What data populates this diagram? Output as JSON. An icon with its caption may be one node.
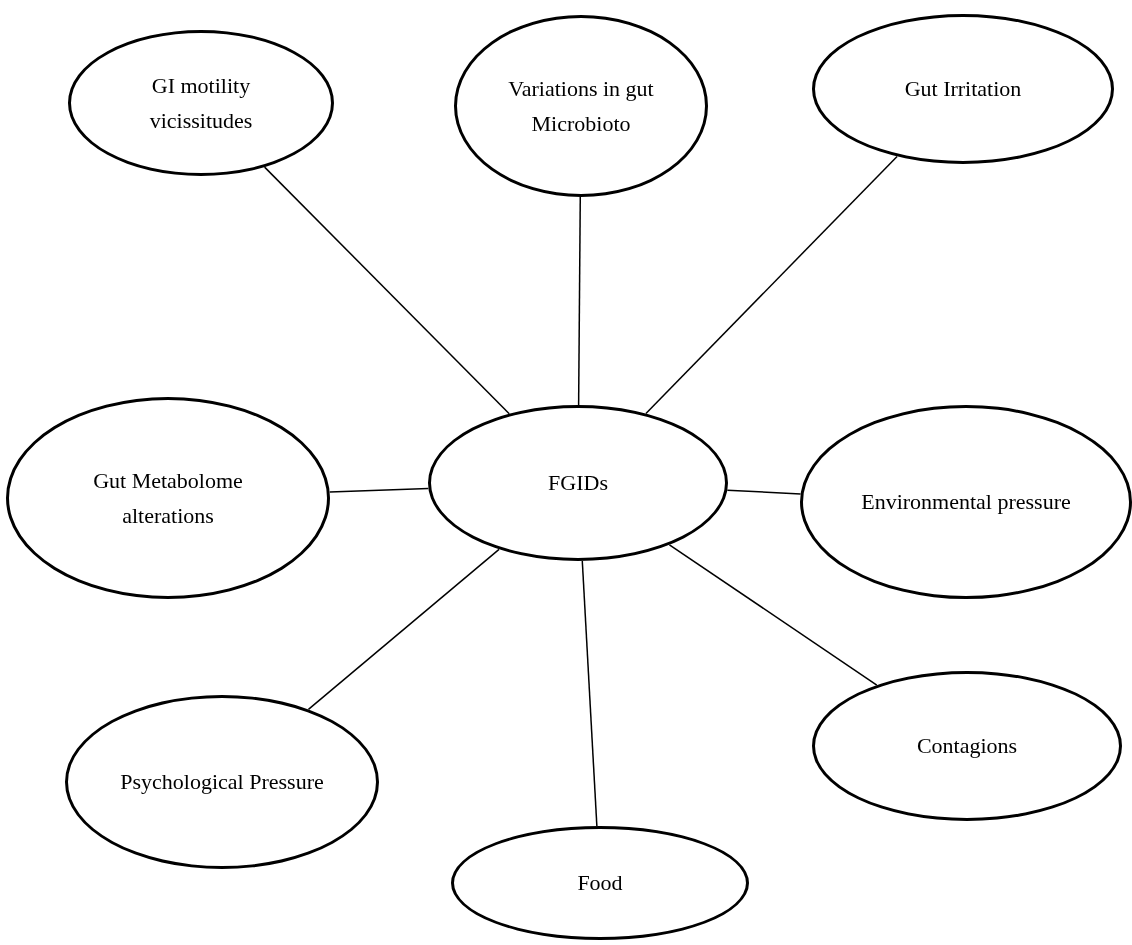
{
  "diagram": {
    "nodes": [
      {
        "text": [
          "Variations in gut Microbioto"
        ]
      },
      {
        "text": [
          "GI motility vicissitudes"
        ]
      },
      {
        "text": [
          "Gut Irritation"
        ]
      },
      {
        "text": [
          "Gut Metabolome alterations"
        ]
      },
      {
        "text": [
          "FGIDs"
        ]
      },
      {
        "text": [
          "Environmental pressure"
        ]
      },
      {
        "text": [
          "Contagions"
        ]
      },
      {
        "text": [
          "Psychological Pressure"
        ]
      },
      {
        "text": [
          "Food"
        ]
      }
    ],
    "edges": [
      {
        "from": 4,
        "to": 0,
        "arrow": "none"
      },
      {
        "from": 4,
        "to": 1,
        "arrow": "none"
      },
      {
        "from": 4,
        "to": 2,
        "arrow": "none"
      },
      {
        "from": 4,
        "to": 3,
        "arrow": "none"
      },
      {
        "from": 4,
        "to": 5,
        "arrow": "none"
      },
      {
        "from": 4,
        "to": 6,
        "arrow": "none"
      },
      {
        "from": 4,
        "to": 7,
        "arrow": "none"
      },
      {
        "from": 4,
        "to": 8,
        "arrow": "none"
      }
    ]
  }
}
